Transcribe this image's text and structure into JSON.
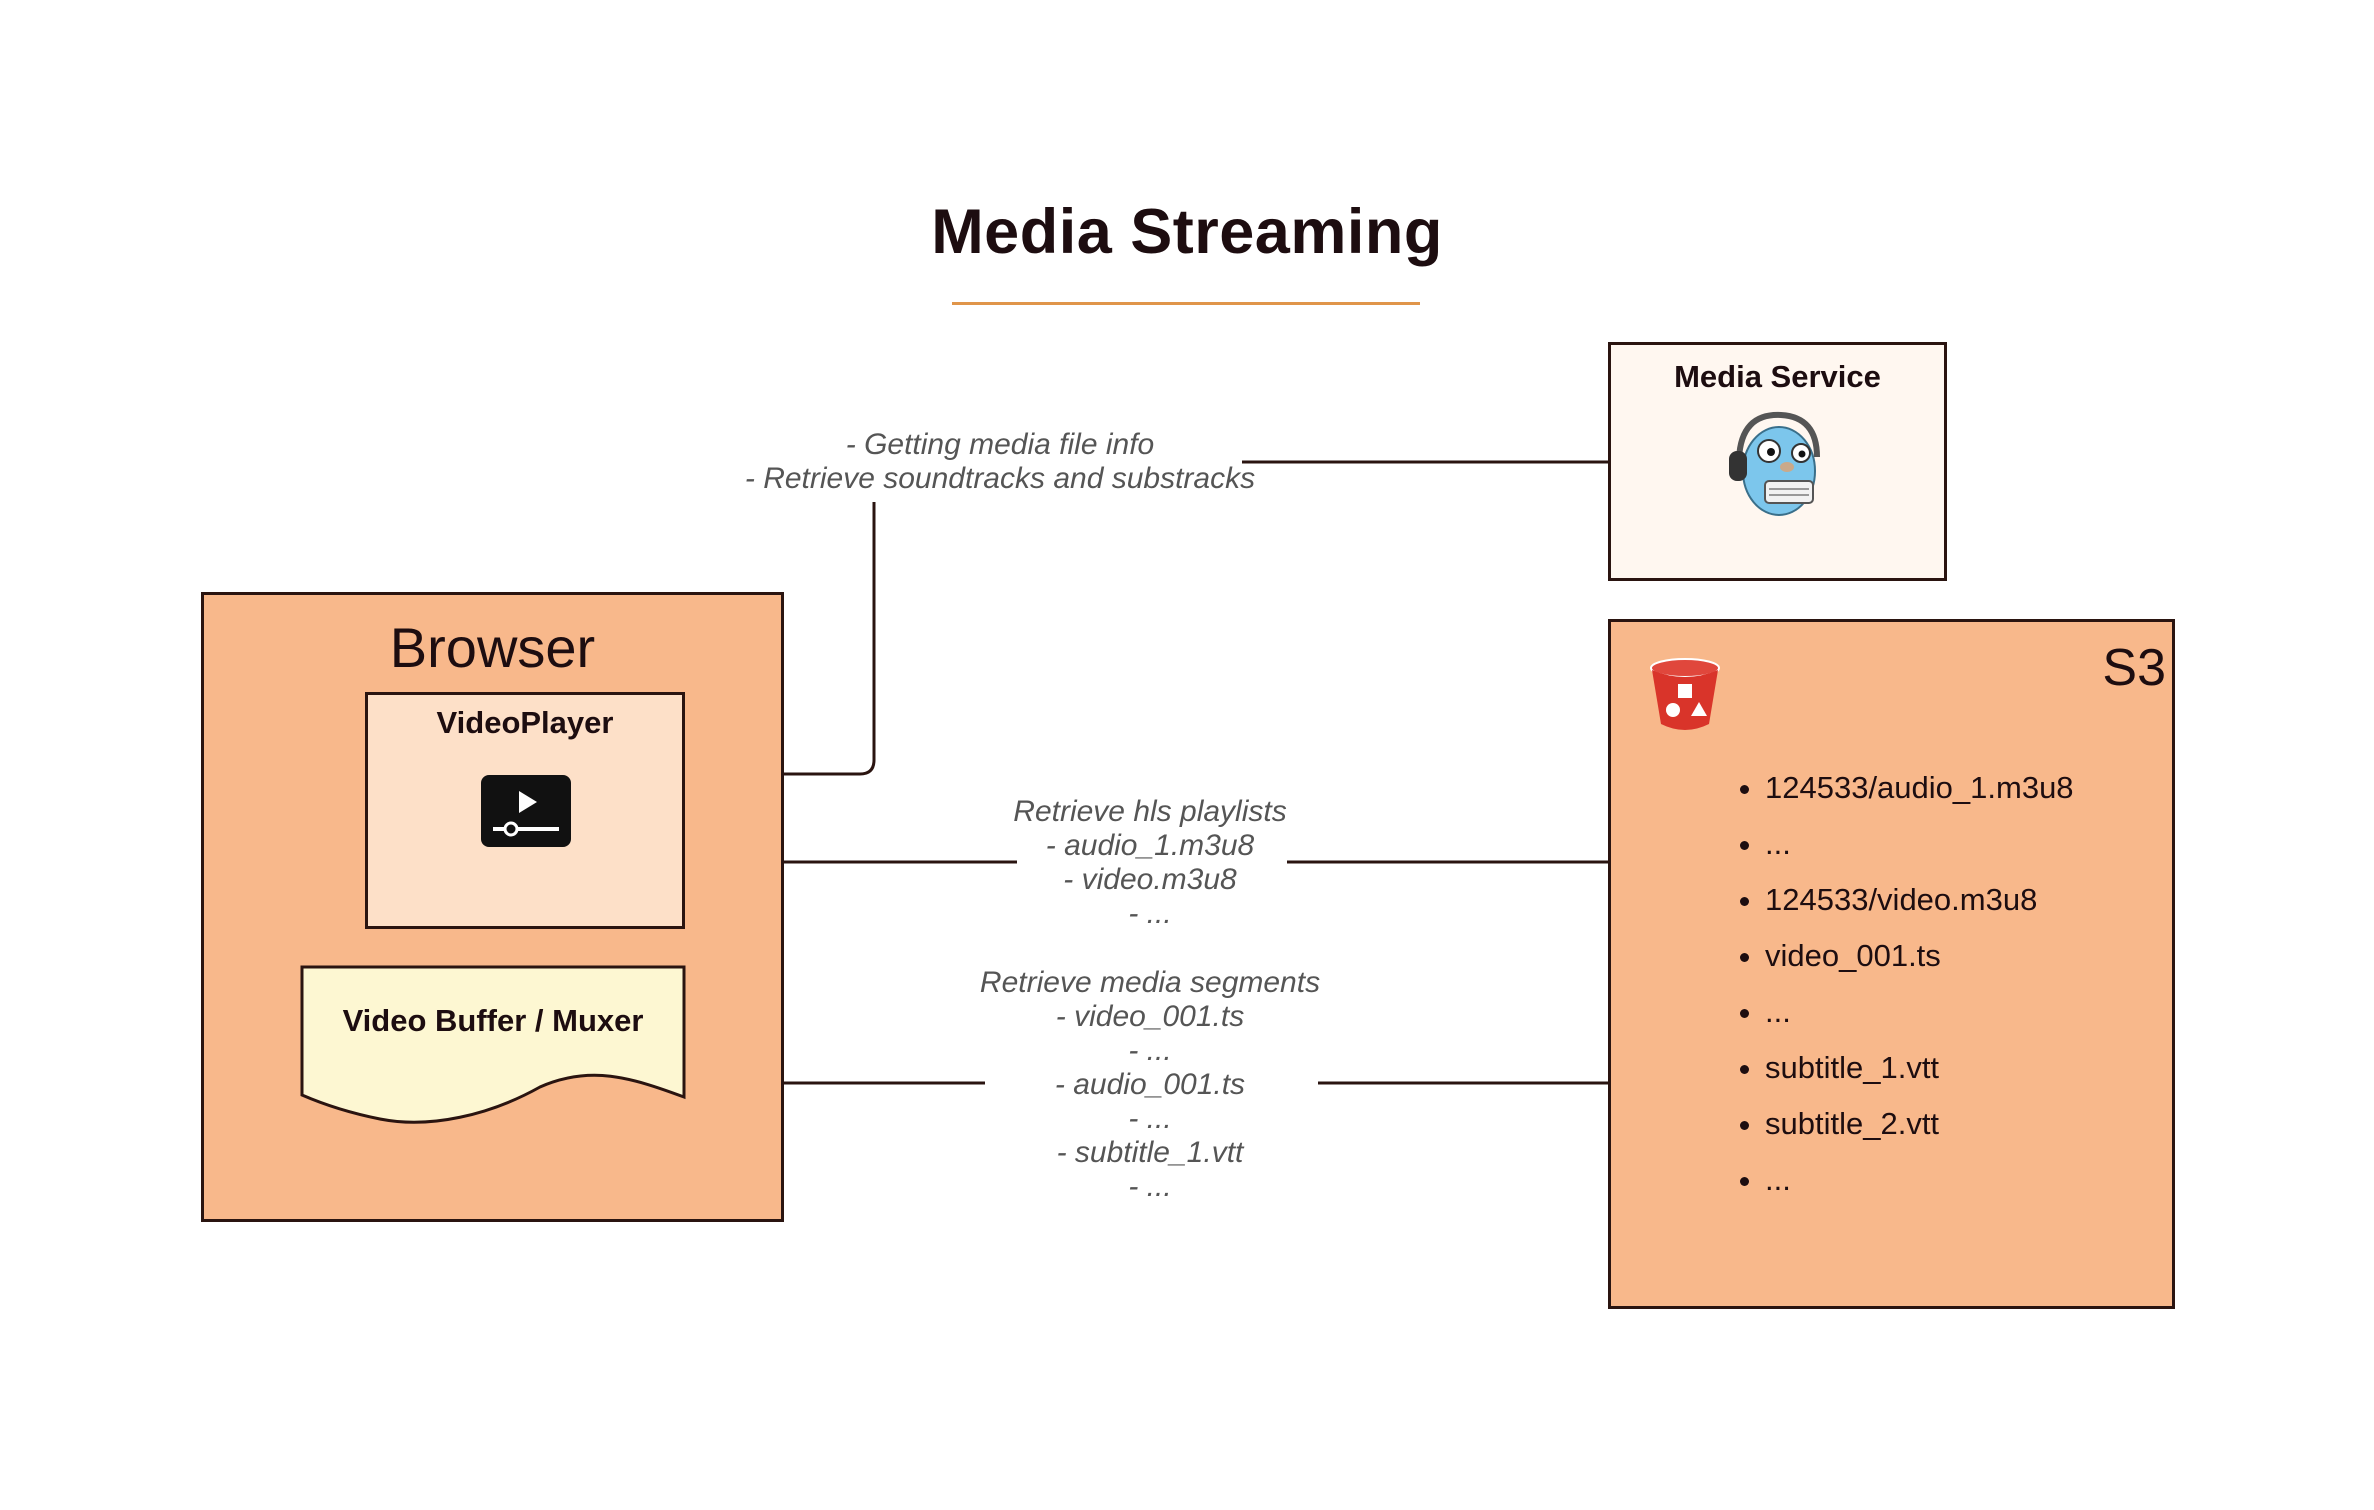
{
  "title": "Media Streaming",
  "browser": {
    "label": "Browser",
    "video_player": {
      "label": "VideoPlayer",
      "icon": "video-player-icon"
    },
    "buffer": {
      "label": "Video Buffer / Muxer"
    }
  },
  "media_service": {
    "label": "Media Service",
    "icon": "gopher-headphones-icon"
  },
  "s3": {
    "label": "S3",
    "icon": "s3-bucket-icon",
    "items": [
      "124533/audio_1.m3u8",
      "...",
      "124533/video.m3u8",
      "video_001.ts",
      "...",
      "subtitle_1.vtt",
      "subtitle_2.vtt",
      "..."
    ]
  },
  "notes": {
    "info": [
      "- Getting media file info",
      "- Retrieve soundtracks and substracks"
    ],
    "playlists": [
      "Retrieve hls playlists",
      "- audio_1.m3u8",
      "- video.m3u8",
      "- ..."
    ],
    "segments": [
      "Retrieve media segments",
      "- video_001.ts",
      "- ...",
      "- audio_001.ts",
      "- ...",
      "- subtitle_1.vtt",
      "- ..."
    ]
  },
  "colors": {
    "accent_rule": "#e0954a",
    "browser_fill": "#f8b88b",
    "videoplayer_fill": "#fde0c8",
    "buffer_fill": "#fdf7d2",
    "media_service_fill": "#fff7f0",
    "s3_fill": "#f8b88b",
    "line": "#2a1410"
  }
}
